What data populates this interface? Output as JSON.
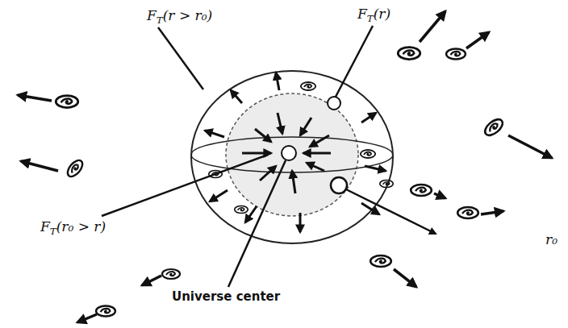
{
  "diagram": {
    "labels": [
      "FT(r > r₀)",
      "FT(r)",
      "FT(r₀ > r)",
      "Universe center",
      "r₀"
    ]
  }
}
